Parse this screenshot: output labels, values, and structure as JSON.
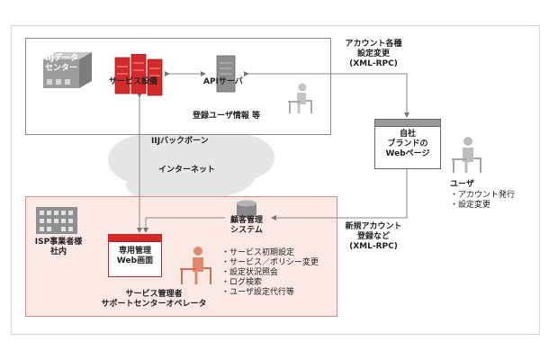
{
  "top": {
    "iij_datacenter": "IIJデータ\nセンター",
    "service_equipment": "サービス設備",
    "api_server": "APIサーバ",
    "registered_user_info": "登録ユーザ情報 等"
  },
  "account_settings": {
    "line1": "アカウント各種",
    "line2": "設定変更",
    "line3": "(XML-RPC)"
  },
  "cloud": {
    "backbone": "IIJバックボーン",
    "internet": "インターネット"
  },
  "brand_page": {
    "line1": "自社",
    "line2": "ブランドの",
    "line3": "Webページ"
  },
  "user": {
    "label": "ユーザ",
    "item1": "・アカウント発行",
    "item2": "・設定変更"
  },
  "new_account": {
    "line1": "新規アカウント",
    "line2": "登録など",
    "line3": "(XML-RPC)"
  },
  "isp": {
    "office": "ISP事業者様\n社内",
    "crm_line1": "顧客管理",
    "crm_line2": "システム",
    "mgmt_line1": "専用管理",
    "mgmt_line2": "Web画面",
    "functions": [
      "・サービス初期設定",
      "・サービス／ポリシー変更",
      "・設定状況照会",
      "・ログ検索",
      "・ユーザ設定代行等"
    ],
    "operator_line1": "サービス管理者",
    "operator_line2": "サポートセンターオペレータ"
  },
  "colors": {
    "accent_red": "#d42a2a",
    "isp_bg": "#fbe9e6",
    "cloud_gray": "#e6e6e6",
    "line_gray": "#8a8a8a"
  }
}
